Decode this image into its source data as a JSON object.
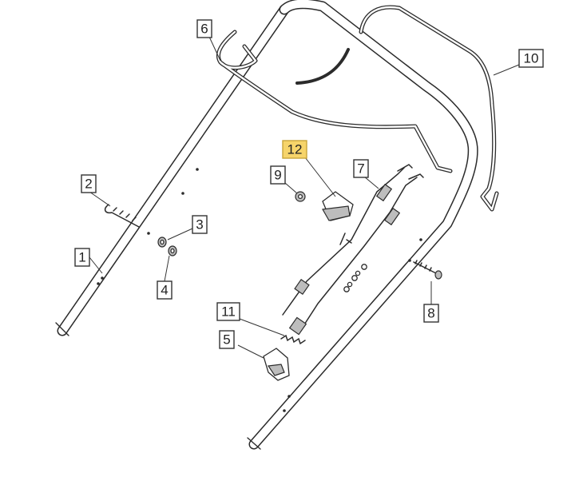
{
  "callouts": {
    "c1": "1",
    "c2": "2",
    "c3": "3",
    "c4": "4",
    "c5": "5",
    "c6": "6",
    "c7": "7",
    "c8": "8",
    "c9": "9",
    "c10": "10",
    "c11": "11",
    "c12": "12"
  },
  "colors": {
    "line": "#2b2b2b",
    "highlight": "#f6d46a"
  }
}
